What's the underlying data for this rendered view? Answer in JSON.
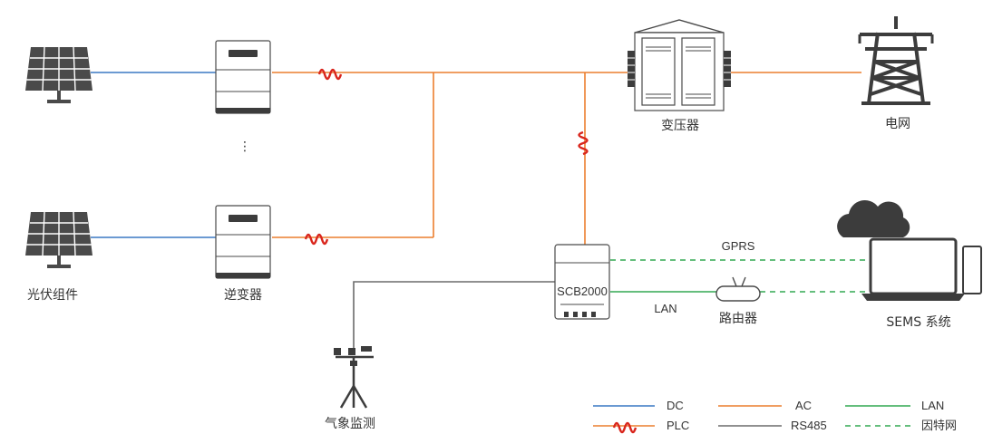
{
  "colors": {
    "dc": "#3a78c4",
    "ac": "#ec7e2e",
    "lan": "#32a852",
    "rs485": "#6b6b6b",
    "internet": "#32a852",
    "plc": "#d9251c",
    "device": "#4a4a4a"
  },
  "labels": {
    "pv_module": "光伏组件",
    "inverter": "逆变器",
    "ellipsis": "⋮",
    "transformer": "变压器",
    "grid": "电网",
    "scb": "SCB2000",
    "router": "路由器",
    "sems": "SEMS 系统",
    "weather": "气象监测",
    "gprs": "GPRS",
    "lan": "LAN"
  },
  "legend": {
    "dc": "DC",
    "ac": "AC",
    "lan": "LAN",
    "plc": "PLC",
    "rs485": "RS485",
    "internet": "因特网"
  },
  "icons": {
    "pv": "solar-panel-icon",
    "inverter": "inverter-icon",
    "transformer": "transformer-cabinet-icon",
    "grid": "power-tower-icon",
    "scb": "data-logger-icon",
    "router": "router-icon",
    "cloud": "cloud-icon",
    "laptop": "laptop-icon",
    "weather": "weather-station-icon"
  }
}
